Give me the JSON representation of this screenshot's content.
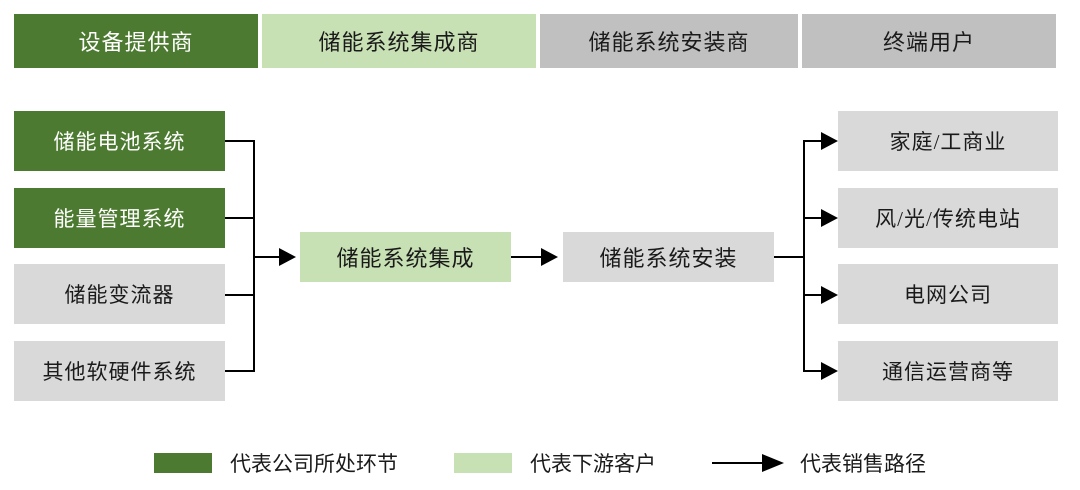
{
  "header": {
    "columns": [
      {
        "label": "设备提供商",
        "style": "dark"
      },
      {
        "label": "储能系统集成商",
        "style": "light"
      },
      {
        "label": "储能系统安装商",
        "style": "grey"
      },
      {
        "label": "终端用户",
        "style": "grey"
      }
    ]
  },
  "suppliers": {
    "items": [
      {
        "label": "储能电池系统",
        "style": "dark"
      },
      {
        "label": "能量管理系统",
        "style": "dark"
      },
      {
        "label": "储能变流器",
        "style": "grey"
      },
      {
        "label": "其他软硬件系统",
        "style": "grey"
      }
    ]
  },
  "integration": {
    "label": "储能系统集成"
  },
  "installation": {
    "label": "储能系统安装"
  },
  "customers": {
    "items": [
      {
        "label": "家庭/工商业"
      },
      {
        "label": "风/光/传统电站"
      },
      {
        "label": "电网公司"
      },
      {
        "label": "通信运营商等"
      }
    ]
  },
  "legend": {
    "items": [
      {
        "label": "代表公司所处环节",
        "swatch": "dark-green",
        "color": "#4c7a30"
      },
      {
        "label": "代表下游客户",
        "swatch": "light-green",
        "color": "#c7e0b4"
      },
      {
        "label": "代表销售路径",
        "swatch": "arrow",
        "color": "#000000"
      }
    ]
  },
  "colors": {
    "dark_green": "#4c7a30",
    "light_green": "#c7e0b4",
    "header_grey": "#c0c0c0",
    "node_grey": "#d9d9d9",
    "line": "#000000",
    "background": "#ffffff"
  }
}
